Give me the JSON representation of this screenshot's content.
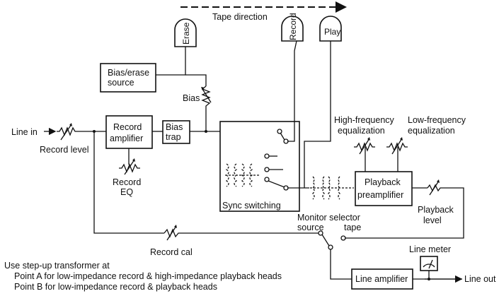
{
  "tape_direction": "Tape direction",
  "heads": {
    "erase": "Erase",
    "record": "Record",
    "play": "Play"
  },
  "blocks": {
    "bias_source_line1": "Bias/erase",
    "bias_source_line2": "source",
    "record_amp_line1": "Record",
    "record_amp_line2": "amplifier",
    "bias_trap_line1": "Bias",
    "bias_trap_line2": "trap",
    "playback_pre_line1": "Playback",
    "playback_pre_line2": "preamplifier",
    "line_amplifier": "Line amplifier"
  },
  "labels": {
    "bias": "Bias",
    "line_in": "Line in",
    "record_level": "Record level",
    "record_eq_line1": "Record",
    "record_eq_line2": "EQ",
    "sync_switching": "Sync switching",
    "hf_eq_line1": "High-frequency",
    "hf_eq_line2": "equalization",
    "lf_eq_line1": "Low-frequency",
    "lf_eq_line2": "equalization",
    "playback_level_line1": "Playback",
    "playback_level_line2": "level",
    "monitor_selector": "Monitor selector",
    "source": "source",
    "tape": "tape",
    "record_cal": "Record cal",
    "line_meter": "Line meter",
    "line_out": "Line out"
  },
  "notes": {
    "line1": "Use step-up transformer at",
    "line2": "Point A for low-impedance record & high-impedance playback heads",
    "line3": "Point B for low-impedance record & playback heads"
  }
}
